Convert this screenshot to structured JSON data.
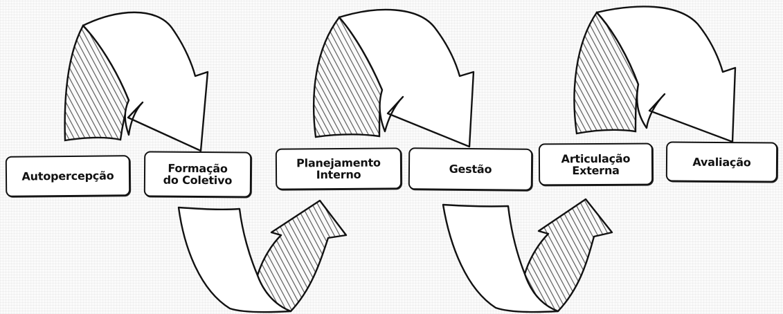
{
  "diagram": {
    "stages": [
      {
        "label": "Autopercepção"
      },
      {
        "label": "Formação\ndo Coletivo"
      },
      {
        "label": "Planejamento\nInterno"
      },
      {
        "label": "Gestão"
      },
      {
        "label": "Articulação\nExterna"
      },
      {
        "label": "Avaliação"
      }
    ]
  },
  "colors": {
    "line": "#111111",
    "hatch": "#4a4a4a",
    "box_bg": "#ffffff"
  }
}
